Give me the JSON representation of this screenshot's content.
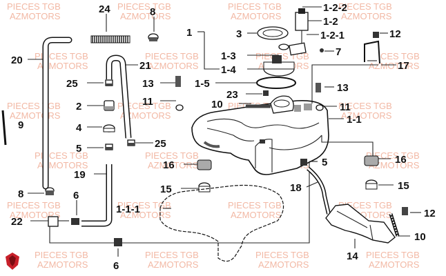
{
  "watermark": {
    "line1": "PIECES TGB",
    "line2": "AZMOTORS",
    "color": "#f2b8a4"
  },
  "logo_icon": "brand-shield-logo",
  "labels": {
    "p1": "1",
    "p1_1": "1-1",
    "p1_1_1": "1-1-1",
    "p1_2": "1-2",
    "p1_2_1": "1-2-1",
    "p1_2_2": "1-2-2",
    "p1_3": "1-3",
    "p1_4": "1-4",
    "p1_5": "1-5",
    "p2": "2",
    "p3": "3",
    "p4": "4",
    "p5_left": "5",
    "p5_right": "5",
    "p6_top": "6",
    "p6_bottom": "6",
    "p7": "7",
    "p8_top": "8",
    "p8_left": "8",
    "p9": "9",
    "p10_tank": "10",
    "p10_right": "10",
    "p11_left": "11",
    "p11_right": "11",
    "p12_top": "12",
    "p12_bottom": "12",
    "p13_left": "13",
    "p13_right": "13",
    "p14": "14",
    "p15_left": "15",
    "p15_right": "15",
    "p16_left": "16",
    "p16_right": "16",
    "p17": "17",
    "p18": "18",
    "p19": "19",
    "p20": "20",
    "p21": "21",
    "p22": "22",
    "p23": "23",
    "p24": "24",
    "p25_top": "25",
    "p25_right": "25"
  }
}
